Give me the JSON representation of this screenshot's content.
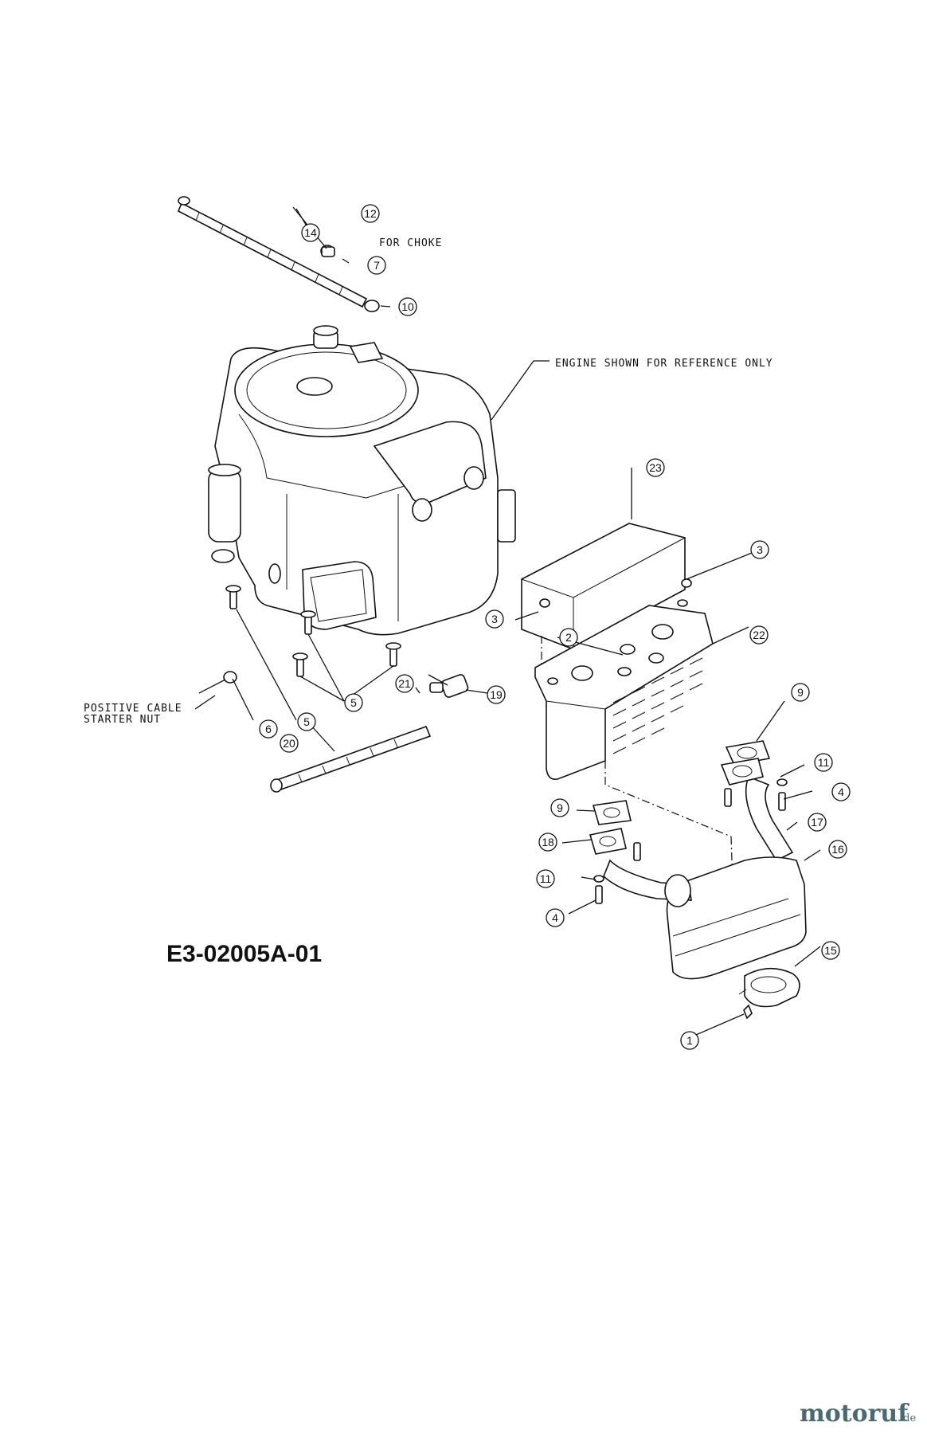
{
  "diagram": {
    "drawing_code": "E3-02005A-01",
    "notes": {
      "for_choke": "FOR CHOKE",
      "engine_reference": "ENGINE SHOWN FOR REFERENCE ONLY",
      "positive_cable_line1": "POSITIVE CABLE",
      "positive_cable_line2": "STARTER NUT"
    },
    "callouts": [
      "12",
      "14",
      "7",
      "10",
      "23",
      "3",
      "3",
      "2",
      "22",
      "21",
      "19",
      "5",
      "5",
      "6",
      "20",
      "9",
      "11",
      "4",
      "9",
      "18",
      "11",
      "4",
      "17",
      "16",
      "15",
      "1"
    ]
  },
  "watermark": {
    "brand": "motoruf",
    "tld": ".de",
    "colors": {
      "text": "#4a6a72",
      "accent": "#e08a2c"
    }
  }
}
